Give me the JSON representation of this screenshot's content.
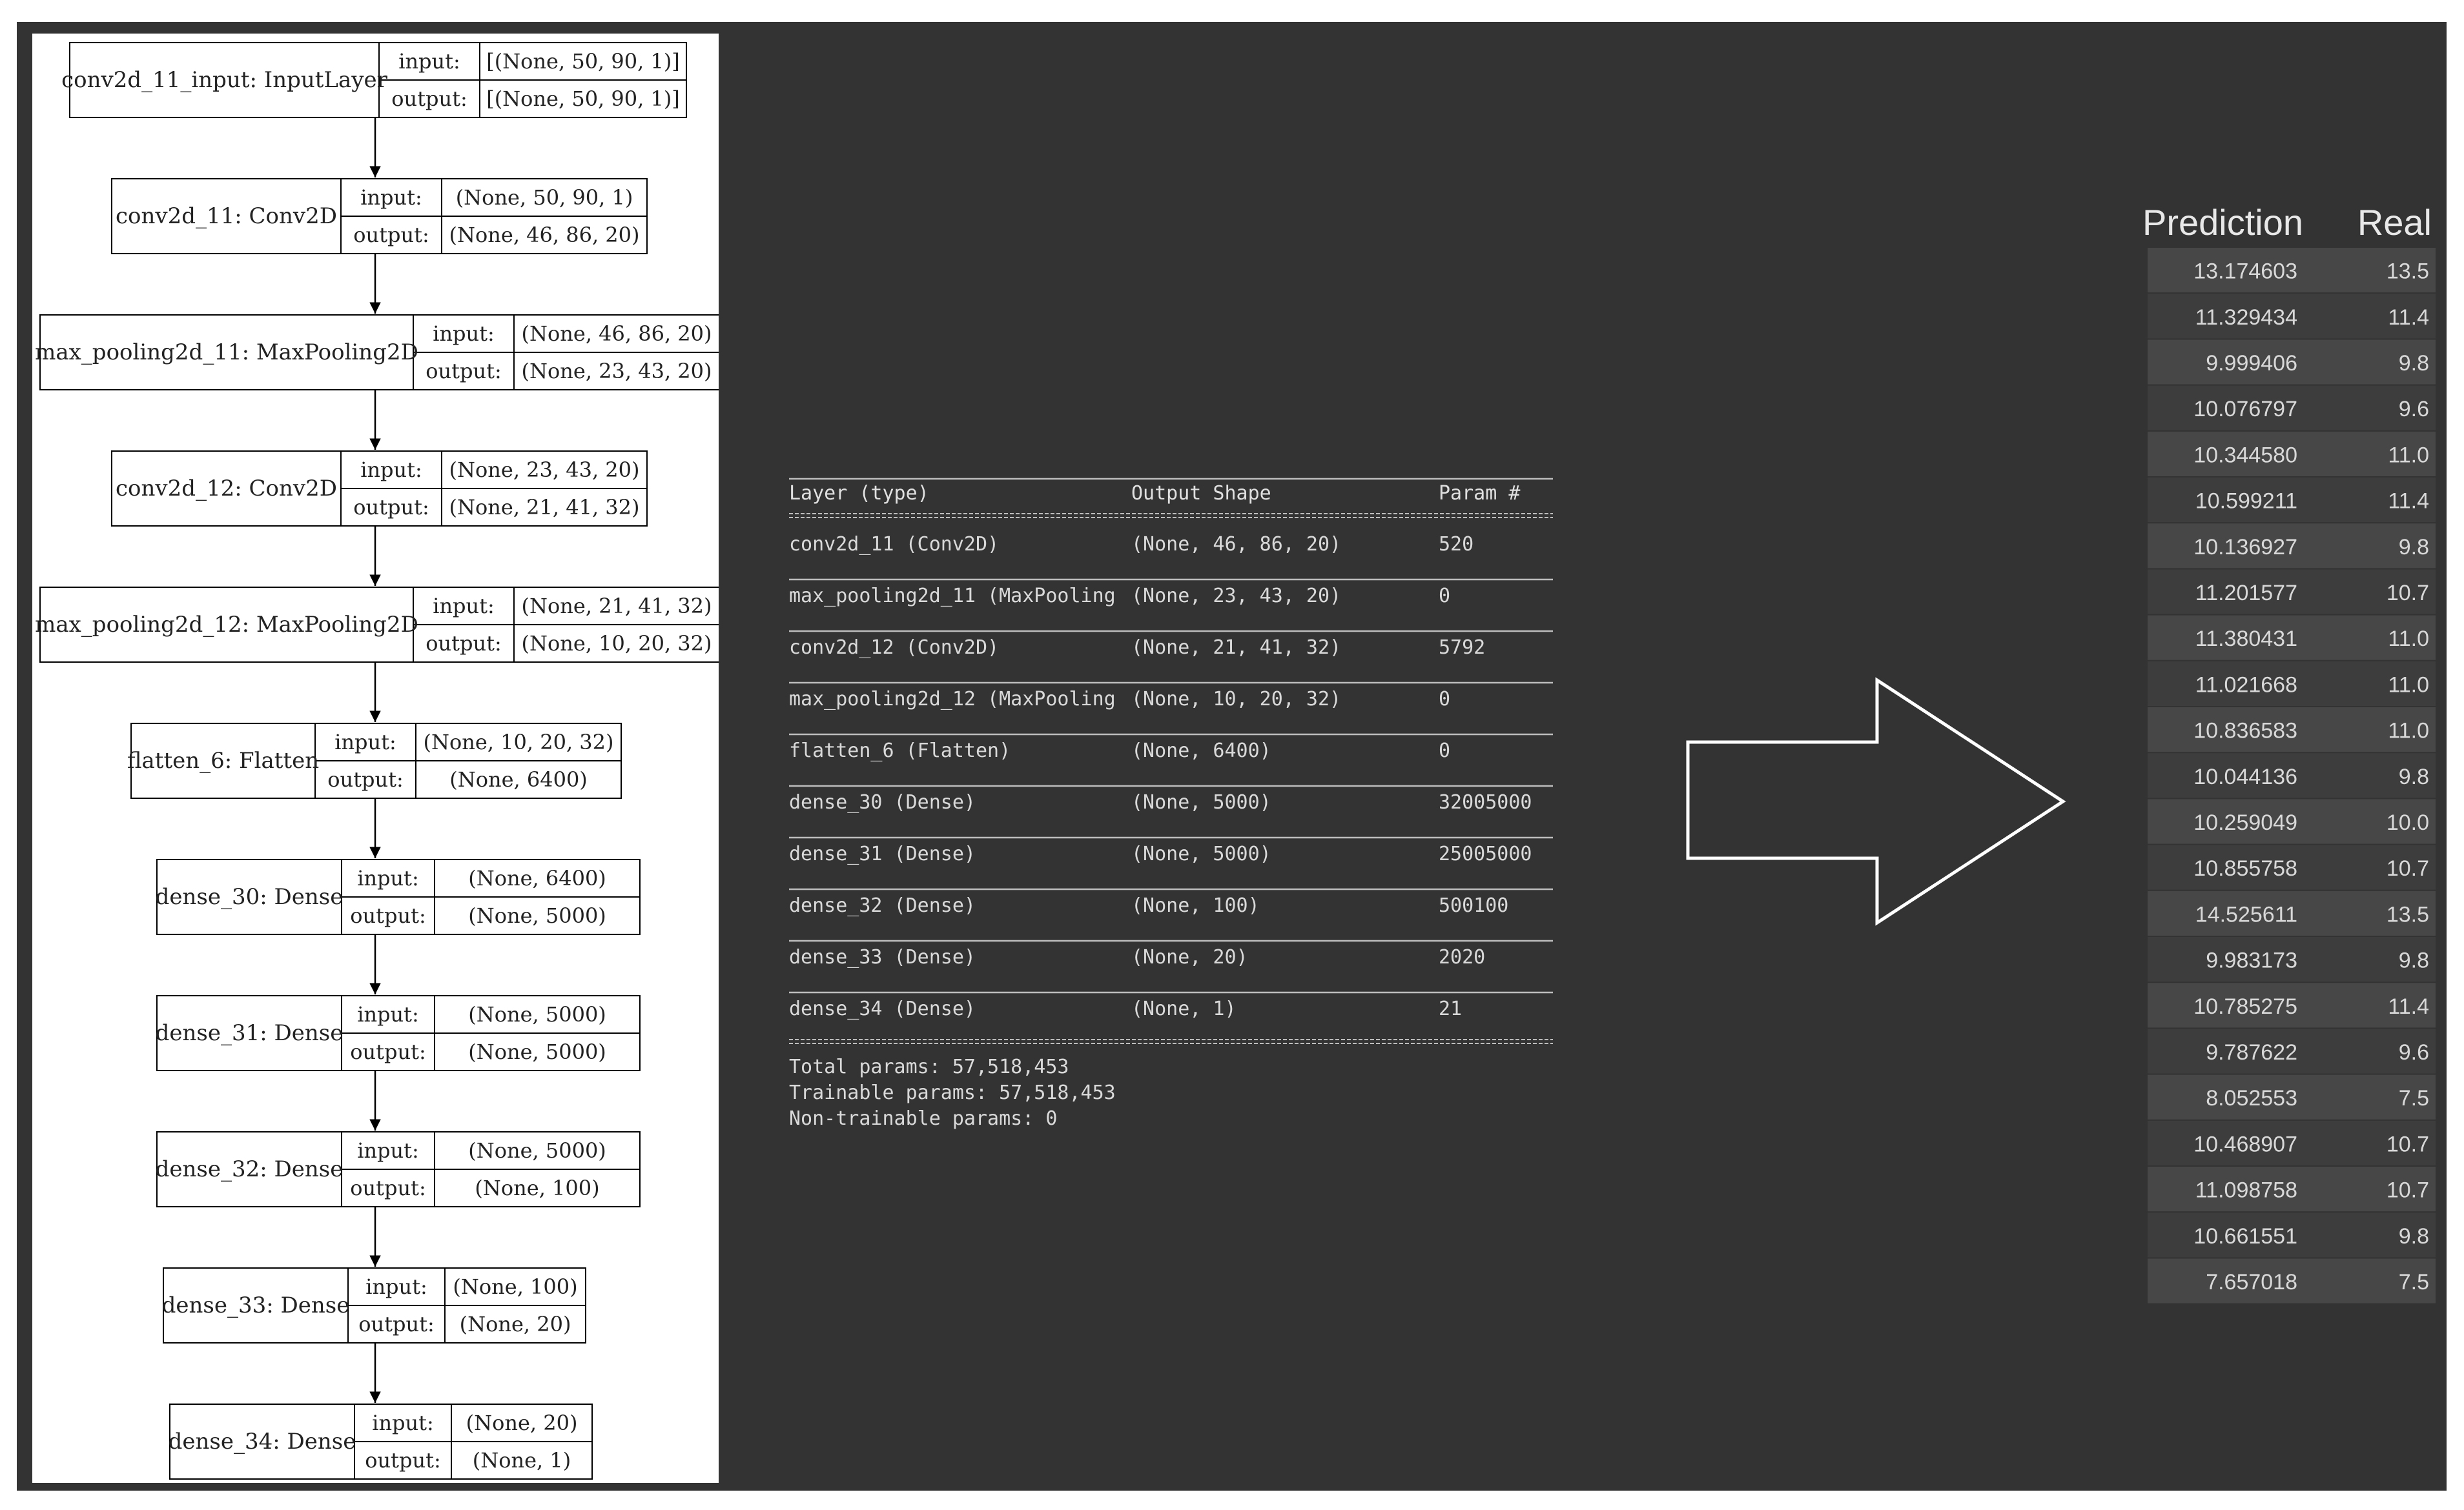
{
  "model_graph": {
    "input_label": "input:",
    "output_label": "output:",
    "nodes": [
      {
        "name": "conv2d_11_input: InputLayer",
        "input": "[(None, 50, 90, 1)]",
        "output": "[(None, 50, 90, 1)]"
      },
      {
        "name": "conv2d_11: Conv2D",
        "input": "(None, 50, 90, 1)",
        "output": "(None, 46, 86, 20)"
      },
      {
        "name": "max_pooling2d_11: MaxPooling2D",
        "input": "(None, 46, 86, 20)",
        "output": "(None, 23, 43, 20)"
      },
      {
        "name": "conv2d_12: Conv2D",
        "input": "(None, 23, 43, 20)",
        "output": "(None, 21, 41, 32)"
      },
      {
        "name": "max_pooling2d_12: MaxPooling2D",
        "input": "(None, 21, 41, 32)",
        "output": "(None, 10, 20, 32)"
      },
      {
        "name": "flatten_6: Flatten",
        "input": "(None, 10, 20, 32)",
        "output": "(None, 6400)"
      },
      {
        "name": "dense_30: Dense",
        "input": "(None, 6400)",
        "output": "(None, 5000)"
      },
      {
        "name": "dense_31: Dense",
        "input": "(None, 5000)",
        "output": "(None, 5000)"
      },
      {
        "name": "dense_32: Dense",
        "input": "(None, 5000)",
        "output": "(None, 100)"
      },
      {
        "name": "dense_33: Dense",
        "input": "(None, 100)",
        "output": "(None, 20)"
      },
      {
        "name": "dense_34: Dense",
        "input": "(None, 20)",
        "output": "(None, 1)"
      }
    ]
  },
  "model_summary": {
    "headers": [
      "Layer (type)",
      "Output Shape",
      "Param #"
    ],
    "rows": [
      [
        "conv2d_11 (Conv2D)",
        "(None, 46, 86, 20)",
        "520"
      ],
      [
        "max_pooling2d_11 (MaxPooling",
        "(None, 23, 43, 20)",
        "0"
      ],
      [
        "conv2d_12 (Conv2D)",
        "(None, 21, 41, 32)",
        "5792"
      ],
      [
        "max_pooling2d_12 (MaxPooling",
        "(None, 10, 20, 32)",
        "0"
      ],
      [
        "flatten_6 (Flatten)",
        "(None, 6400)",
        "0"
      ],
      [
        "dense_30 (Dense)",
        "(None, 5000)",
        "32005000"
      ],
      [
        "dense_31 (Dense)",
        "(None, 5000)",
        "25005000"
      ],
      [
        "dense_32 (Dense)",
        "(None, 100)",
        "500100"
      ],
      [
        "dense_33 (Dense)",
        "(None, 20)",
        "2020"
      ],
      [
        "dense_34 (Dense)",
        "(None, 1)",
        "21"
      ]
    ],
    "footer": [
      "Total params: 57,518,453",
      "Trainable params: 57,518,453",
      "Non-trainable params: 0"
    ]
  },
  "arrow": {
    "icon": "right-arrow-icon"
  },
  "predictions": {
    "headers": [
      "Prediction",
      "Real"
    ],
    "rows": [
      [
        "13.174603",
        "13.5"
      ],
      [
        "11.329434",
        "11.4"
      ],
      [
        "9.999406",
        "9.8"
      ],
      [
        "10.076797",
        "9.6"
      ],
      [
        "10.344580",
        "11.0"
      ],
      [
        "10.599211",
        "11.4"
      ],
      [
        "10.136927",
        "9.8"
      ],
      [
        "11.201577",
        "10.7"
      ],
      [
        "11.380431",
        "11.0"
      ],
      [
        "11.021668",
        "11.0"
      ],
      [
        "10.836583",
        "11.0"
      ],
      [
        "10.044136",
        "9.8"
      ],
      [
        "10.259049",
        "10.0"
      ],
      [
        "10.855758",
        "10.7"
      ],
      [
        "14.525611",
        "13.5"
      ],
      [
        "9.983173",
        "9.8"
      ],
      [
        "10.785275",
        "11.4"
      ],
      [
        "9.787622",
        "9.6"
      ],
      [
        "8.052553",
        "7.5"
      ],
      [
        "10.468907",
        "10.7"
      ],
      [
        "11.098758",
        "10.7"
      ],
      [
        "10.661551",
        "9.8"
      ],
      [
        "7.657018",
        "7.5"
      ]
    ]
  },
  "colors": {
    "background": "#333333",
    "panel": "#ffffff",
    "row_dark": "#3d3d3d",
    "row_light": "#474747"
  }
}
